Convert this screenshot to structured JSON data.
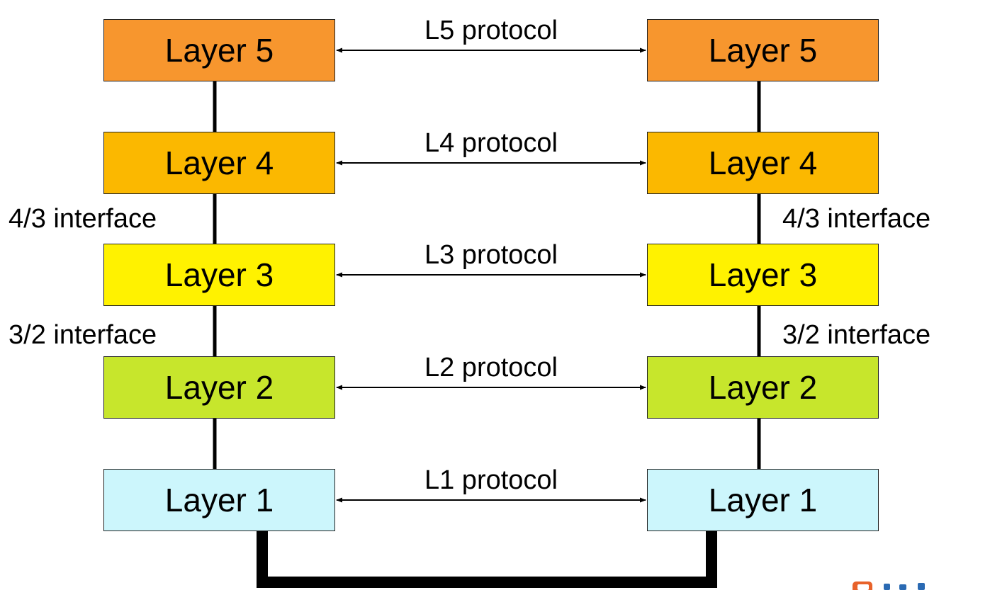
{
  "colors": {
    "layer5": "#f7962e",
    "layer4": "#fbb800",
    "layer3": "#fff200",
    "layer2": "#c7e62c",
    "layer1": "#ccf6fc",
    "line": "#000000"
  },
  "left_stack": {
    "layers": [
      {
        "label": "Layer 5"
      },
      {
        "label": "Layer 4"
      },
      {
        "label": "Layer 3"
      },
      {
        "label": "Layer 2"
      },
      {
        "label": "Layer 1"
      }
    ],
    "interfaces": [
      {
        "label": "4/3 interface"
      },
      {
        "label": "3/2 interface"
      }
    ]
  },
  "right_stack": {
    "layers": [
      {
        "label": "Layer 5"
      },
      {
        "label": "Layer 4"
      },
      {
        "label": "Layer 3"
      },
      {
        "label": "Layer 2"
      },
      {
        "label": "Layer 1"
      }
    ],
    "interfaces": [
      {
        "label": "4/3 interface"
      },
      {
        "label": "3/2 interface"
      }
    ]
  },
  "protocols": [
    {
      "label": "L5 protocol"
    },
    {
      "label": "L4 protocol"
    },
    {
      "label": "L3 protocol"
    },
    {
      "label": "L2 protocol"
    },
    {
      "label": "L1 protocol"
    }
  ],
  "physical_medium": {
    "description": "physical-link"
  },
  "logo": {
    "icon": "brand-logo-icon"
  }
}
